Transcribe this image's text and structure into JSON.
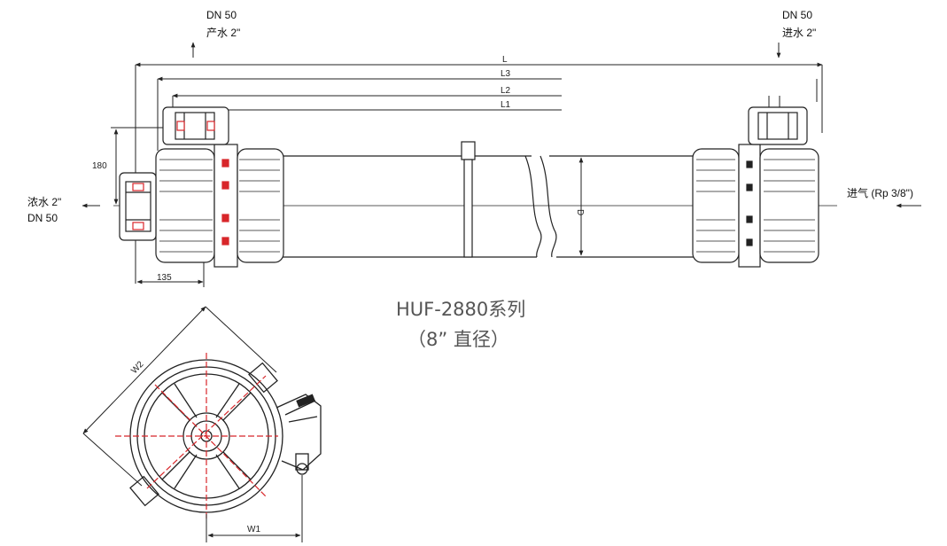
{
  "ports": {
    "product_dn": "DN 50",
    "product_label": "产水 2\"",
    "feed_dn": "DN 50",
    "feed_label": "进水 2\"",
    "concentrate_label": "浓水 2\"",
    "concentrate_dn": "DN 50",
    "air_label": "进气 (Rp 3/8\")"
  },
  "dimensions": {
    "L": "L",
    "L1": "L1",
    "L2": "L2",
    "L3": "L3",
    "D": "D",
    "h180": "180",
    "w135": "135",
    "W1": "W1",
    "W2": "W2"
  },
  "title": {
    "series": "HUF-2880系列",
    "diameter": "（8” 直径）"
  }
}
